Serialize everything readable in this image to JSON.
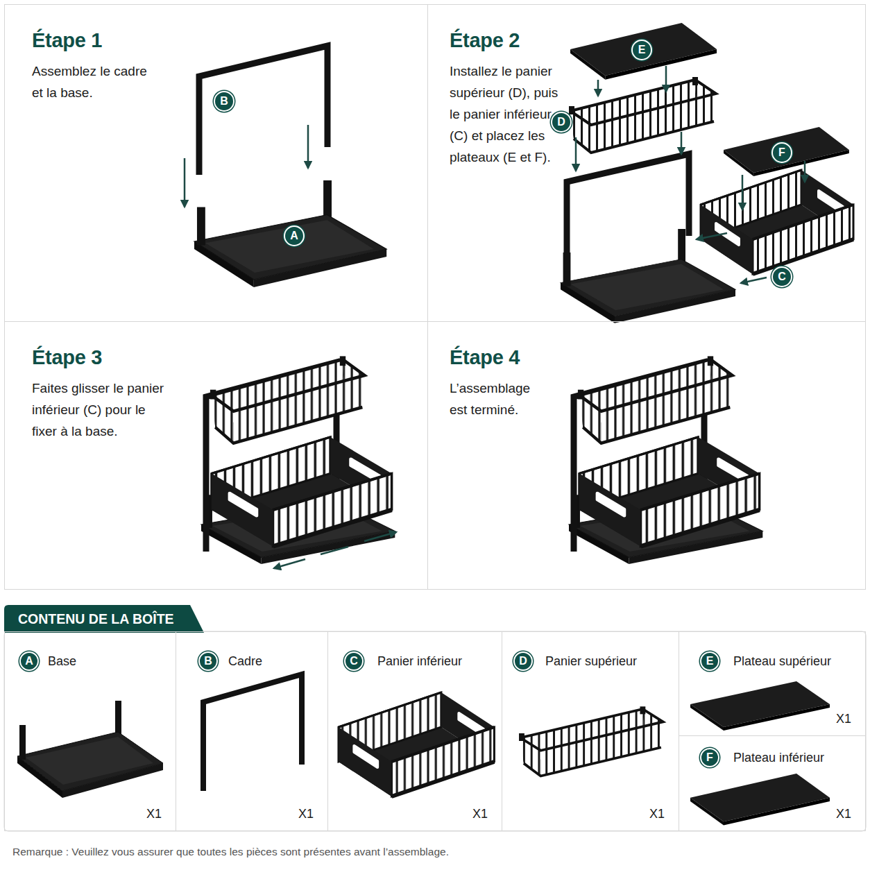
{
  "diagram": {
    "caption": "Remarque : Veuillez vous assurer que toutes les pièces sont présentes avant l’assemblage.",
    "nodes": [
      {
        "text": [
          "Étape 1",
          "Assemblez le cadre et la base."
        ]
      },
      {
        "text": [
          "B"
        ],
        "in": 0
      },
      {
        "text": [
          "A"
        ],
        "in": 0
      },
      {
        "text": [
          "Étape 2",
          "Installez le panier supérieur (D), puis le panier inférieur (C) et placez les plateaux (E et F)."
        ]
      },
      {
        "text": [
          "E"
        ],
        "in": 3
      },
      {
        "text": [
          "D"
        ],
        "in": 3
      },
      {
        "text": [
          "F"
        ],
        "in": 3
      },
      {
        "text": [
          "C"
        ],
        "in": 3
      },
      {
        "text": [
          "Étape 3",
          "Faites glisser le panier inférieur (C) pour le fixer à la base."
        ]
      },
      {
        "text": [
          "Étape 4",
          "L’assemblage est terminé."
        ]
      },
      {
        "text": [
          "CONTENU DE LA BOÎTE"
        ]
      },
      {
        "text": [
          "Base",
          "X1"
        ]
      },
      {
        "text": [
          "A"
        ],
        "in": 11
      },
      {
        "text": [
          "Cadre",
          "X1"
        ]
      },
      {
        "text": [
          "B"
        ],
        "in": 13
      },
      {
        "text": [
          "Panier inférieur",
          "X1"
        ]
      },
      {
        "text": [
          "C"
        ],
        "in": 15
      },
      {
        "text": [
          "Panier supérieur",
          "X1"
        ]
      },
      {
        "text": [
          "D"
        ],
        "in": 17
      },
      {
        "text": [
          "Plateau supérieur",
          "X1"
        ]
      },
      {
        "text": [
          "E"
        ],
        "in": 19
      },
      {
        "text": [
          "Plateau inférieur",
          "X1"
        ]
      },
      {
        "text": [
          "F"
        ],
        "in": 21
      }
    ]
  }
}
